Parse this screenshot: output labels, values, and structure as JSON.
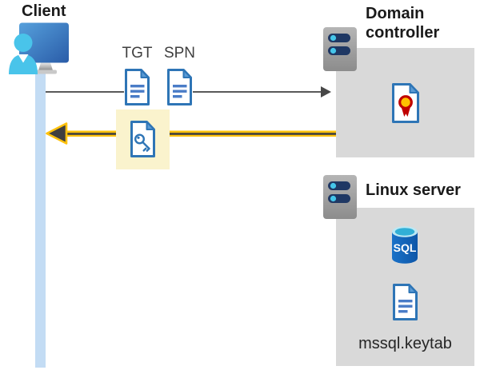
{
  "client": {
    "label": "Client"
  },
  "flow": {
    "tgt_label": "TGT",
    "spn_label": "SPN"
  },
  "domain_controller": {
    "label": "Domain controller"
  },
  "linux_server": {
    "label": "Linux server",
    "sql_badge": "SQL",
    "keytab_label": "mssql.keytab"
  },
  "colors": {
    "arrow_yellow": "#FFC20E",
    "highlight_yellow": "#FAF3CD",
    "panel_gray": "#D9D9D9",
    "document_blue": "#2E75B6",
    "document_fold_blue": "#5B9BD5",
    "document_line_blue": "#4A7CC7",
    "accent_cyan": "#49C4EA",
    "sql_blue": "#0E56A8",
    "server_slot_navy": "#1F3864",
    "request_line_gray": "#595959",
    "certificate_red": "#C00000",
    "certificate_gold": "#FFC000",
    "timeline_blue": "#C3DCF4"
  }
}
